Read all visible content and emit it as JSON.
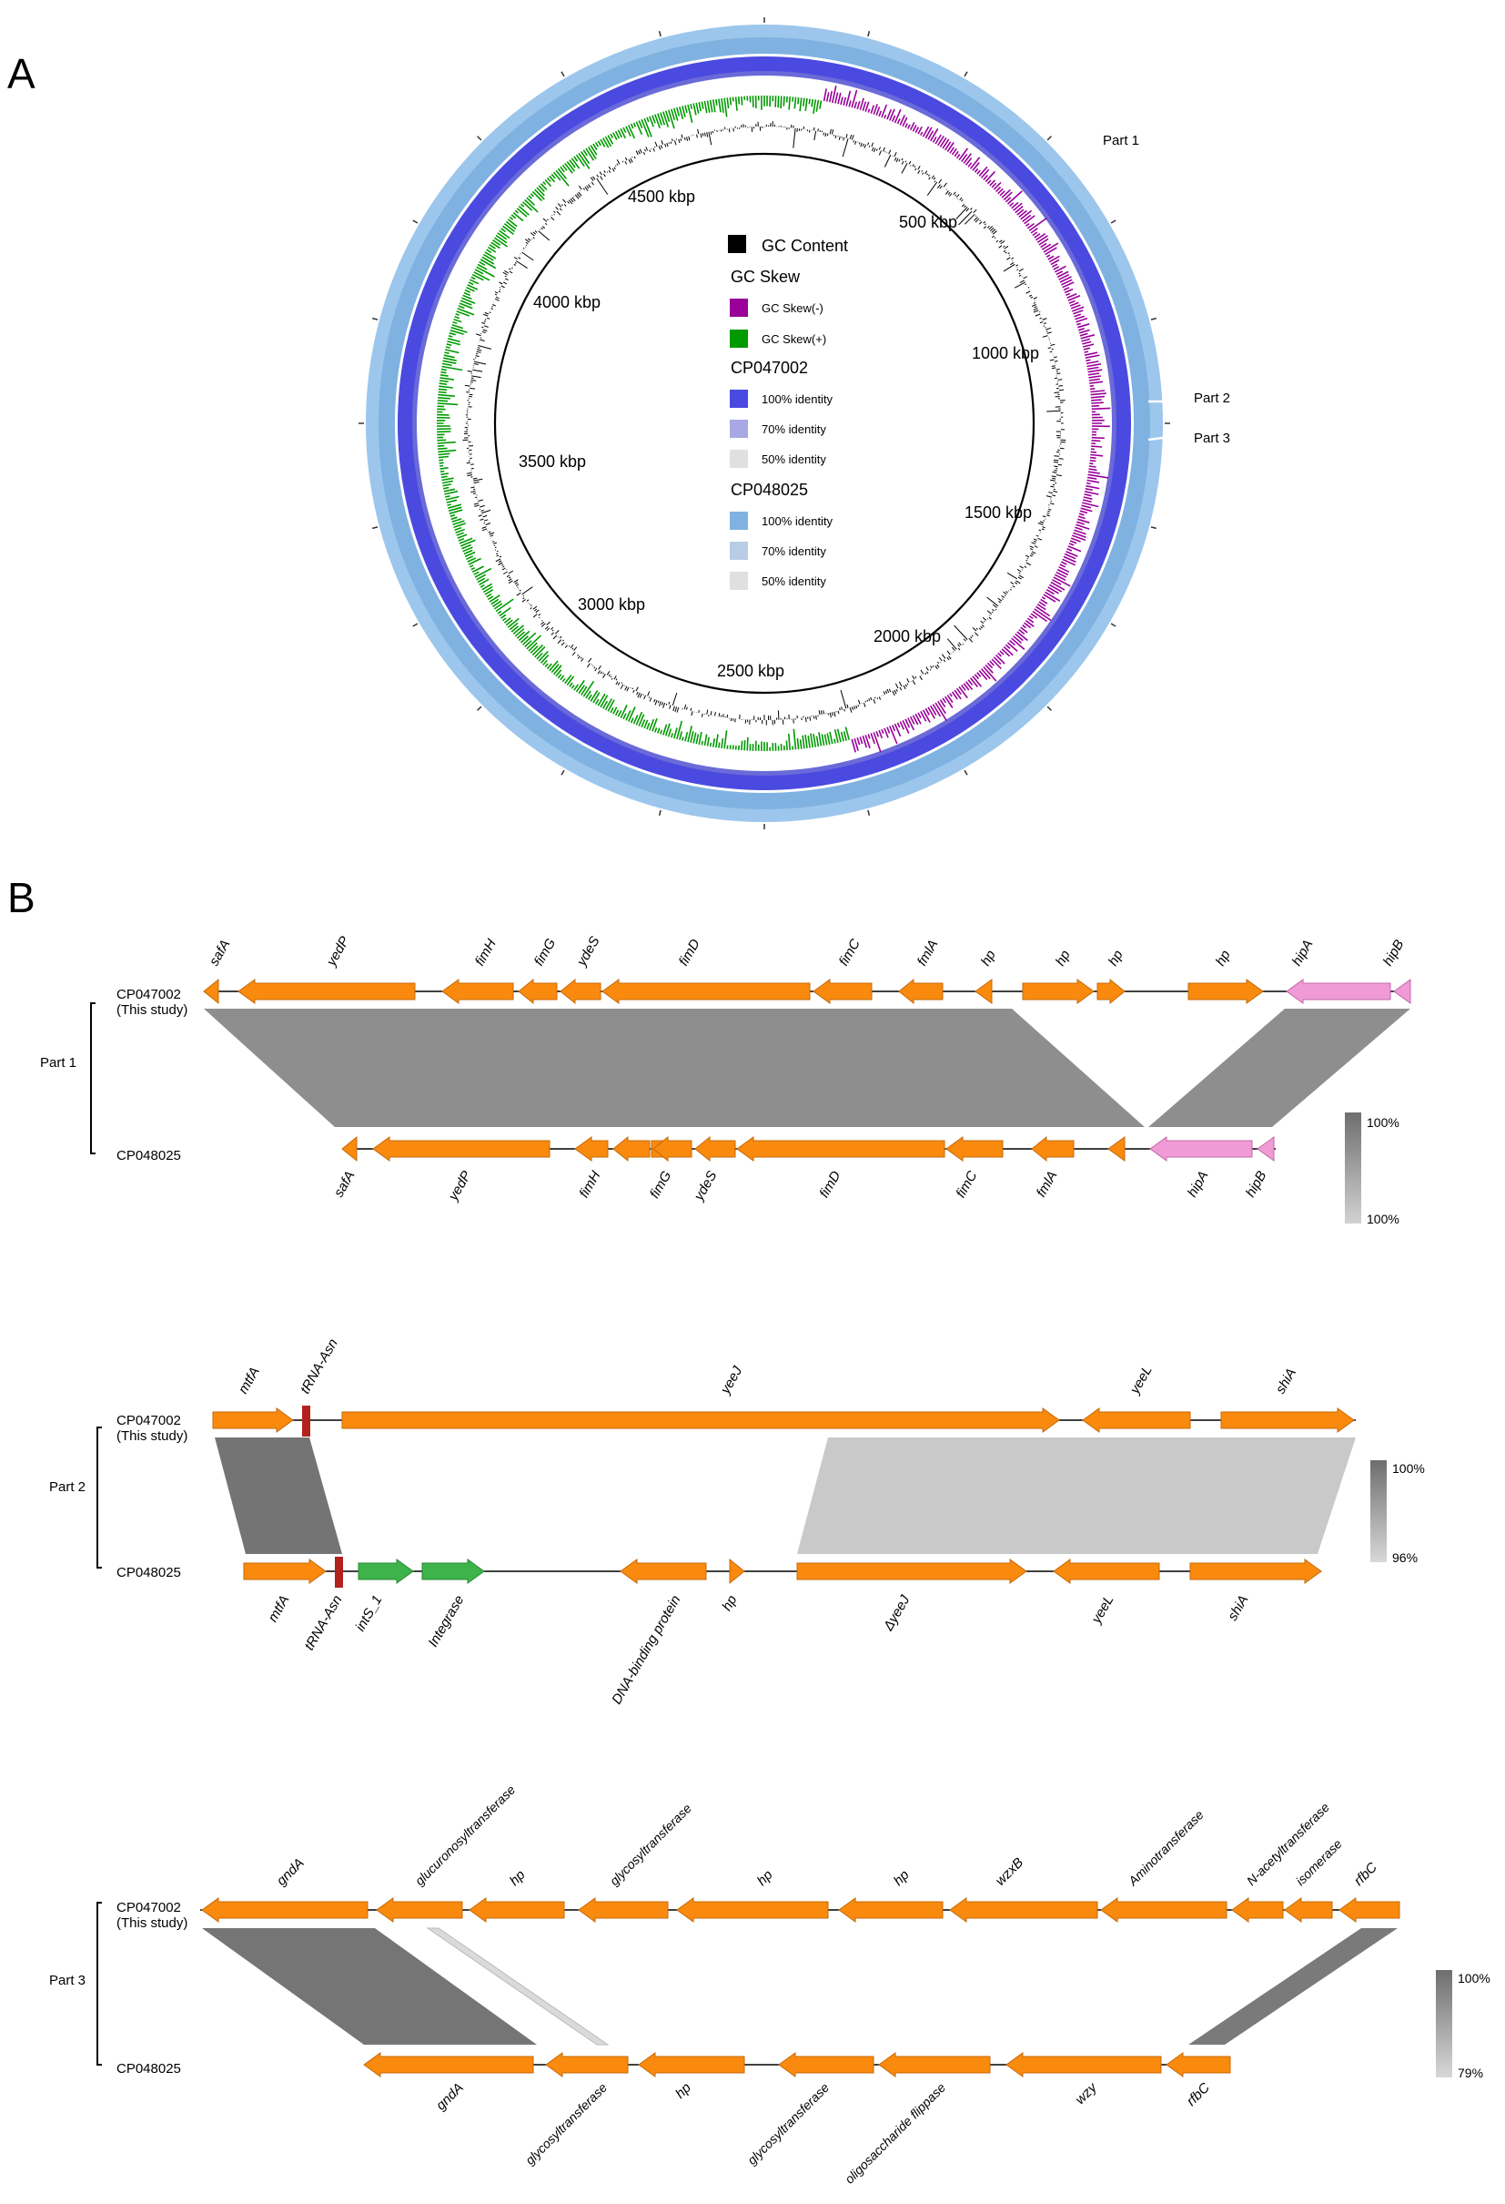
{
  "colors": {
    "orange": "#f98a0e",
    "pink": "#f09ad6",
    "green": "#3db34a",
    "trna": "#b3211e",
    "gc_content": "#000000",
    "gc_skew_neg": "#990099",
    "gc_skew_pos": "#009900",
    "cp047002_100": "#4a4ae0",
    "cp047002_70": "#a8a8e4",
    "cp048025_100": "#7fb2e0",
    "cp048025_70": "#b8cde4",
    "identity_50": "#e0e0e0"
  },
  "panel_a": {
    "label": "A",
    "ticks": [
      "500 kbp",
      "1000 kbp",
      "1500 kbp",
      "2000 kbp",
      "2500 kbp",
      "3000 kbp",
      "3500 kbp",
      "4000 kbp",
      "4500 kbp"
    ],
    "legend": {
      "gc_content": "GC Content",
      "gc_skew_title": "GC Skew",
      "gc_skew_neg": "GC Skew(-)",
      "gc_skew_pos": "GC Skew(+)",
      "cp047002_title": "CP047002",
      "cp047002_100": "100% identity",
      "cp047002_70": "70% identity",
      "cp047002_50": "50% identity",
      "cp048025_title": "CP048025",
      "cp048025_100": "100% identity",
      "cp048025_70": "70% identity",
      "cp048025_50": "50% identity"
    },
    "part_labels": [
      "Part 1",
      "Part 2",
      "Part 3"
    ]
  },
  "panel_b": {
    "label": "B",
    "part1": {
      "part_label": "Part 1",
      "top_name": "CP047002",
      "top_sub": "(This study)",
      "bottom_name": "CP048025",
      "top_genes": [
        "safA",
        "yedP",
        "fimH",
        "fimG",
        "ydeS",
        "fimD",
        "fimC",
        "fmlA",
        "hp",
        "hp",
        "hp",
        "hp",
        "hipA",
        "hipB"
      ],
      "bottom_genes": [
        "safA",
        "yedP",
        "fimH",
        "fimG",
        "ydeS",
        "fimD",
        "fimC",
        "fmlA",
        "hipA",
        "hipB"
      ],
      "scale_max": "100%",
      "scale_min": "100%"
    },
    "part2": {
      "part_label": "Part 2",
      "top_name": "CP047002",
      "top_sub": "(This study)",
      "bottom_name": "CP048025",
      "top_genes": [
        "mtfA",
        "tRNA-Asn",
        "yeeJ",
        "yeeL",
        "shiA"
      ],
      "bottom_genes": [
        "mtfA",
        "tRNA-Asn",
        "intS_1",
        "Integrase",
        "DNA-binding protein",
        "hp",
        "ΔyeeJ",
        "yeeL",
        "shiA"
      ],
      "scale_max": "100%",
      "scale_min": "96%"
    },
    "part3": {
      "part_label": "Part 3",
      "top_name": "CP047002",
      "top_sub": "(This study)",
      "bottom_name": "CP048025",
      "top_genes": [
        "gndA",
        "glucuronosyltransferase",
        "hp",
        "glycosyltransferase",
        "hp",
        "hp",
        "wzxB",
        "Aminotransferase",
        "N-acetyltransferase",
        "isomerase",
        "rfbC"
      ],
      "bottom_genes": [
        "gndA",
        "glycosyltransferase",
        "hp",
        "glycosyltransferase",
        "oligosaccharide flippase",
        "wzy",
        "rfbC"
      ],
      "scale_max": "100%",
      "scale_min": "79%"
    }
  }
}
